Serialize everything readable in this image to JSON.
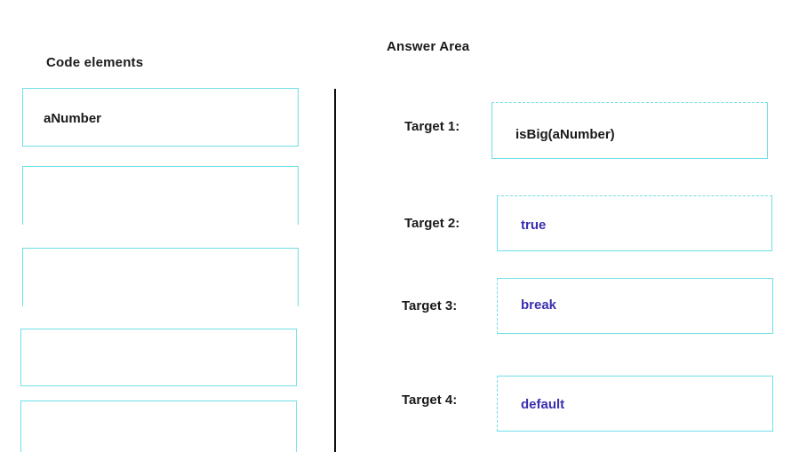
{
  "code_elements": {
    "heading": "Code elements",
    "items": [
      {
        "label": "aNumber"
      },
      {
        "label": ""
      },
      {
        "label": ""
      },
      {
        "label": ""
      },
      {
        "label": ""
      }
    ]
  },
  "answer_area": {
    "heading": "Answer Area",
    "targets": [
      {
        "label": "Target 1:",
        "value": "isBig(aNumber)"
      },
      {
        "label": "Target 2:",
        "value": "true"
      },
      {
        "label": "Target 3:",
        "value": "break"
      },
      {
        "label": "Target 4:",
        "value": "default"
      }
    ]
  },
  "colors": {
    "box_border": "#6fe0e6",
    "keyword_text": "#3a2fb0",
    "divider": "#111111"
  }
}
